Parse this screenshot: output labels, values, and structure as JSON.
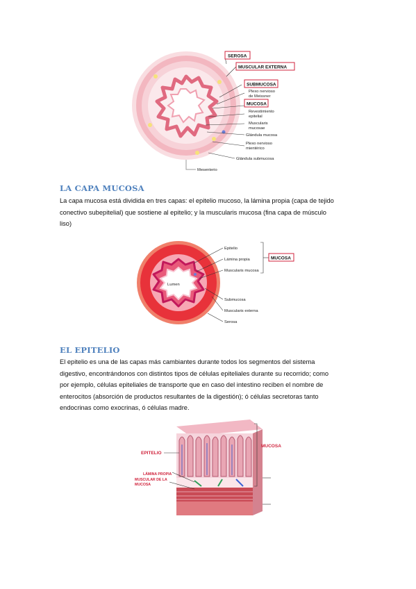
{
  "figure1": {
    "labels": {
      "serosa": "SEROSA",
      "muscular_externa": "MUSCULAR EXTERNA",
      "submucosa": "SUBMUCOSA",
      "plexo_meissner_1": "Plexo nervioso",
      "plexo_meissner_2": "de Meissner",
      "mucosa": "MUCOSA",
      "revestimiento_1": "Revestimiento",
      "revestimiento_2": "epitelial",
      "muscularis_1": "Muscularis",
      "muscularis_2": "mucosae",
      "glandula_mucosa": "Glándula mucosa",
      "plexo_mienterico_1": "Plexo nervioso",
      "plexo_mienterico_2": "mientérico",
      "glandula_submucosa": "Glándula submucosa",
      "mesenterio": "Mesenterio"
    },
    "colors": {
      "box_border": "#d0233c",
      "tissue_outer": "#f6c9cf",
      "tissue_inner": "#e8617a"
    }
  },
  "section1": {
    "heading": "LA CAPA MUCOSA",
    "lines": [
      "La capa mucosa está dividida en tres capas: el epitelio mucoso, la lámina propia (capa de tejido",
      "conectivo subepitelial) que sostiene al epitelio; y la muscularis mucosa (fina capa de músculo",
      "liso)"
    ]
  },
  "figure2": {
    "labels": {
      "epitelio": "Epitelio",
      "lamina_propia": "Lámina propia",
      "muscularis_mucosa": "Muscularis mucosa",
      "mucosa_box": "MUCOSA",
      "lumen": "Lumen",
      "submucosa": "Submucosa",
      "muscularis_externa": "Muscularis externa",
      "serosa": "Serosa"
    },
    "colors": {
      "serosa": "#f07f6a",
      "muscularis": "#e8323a",
      "submucosa": "#f7a7b4",
      "mucosa": "#c2185b",
      "lumen": "#ffffff"
    }
  },
  "section2": {
    "heading": "EL EPITELIO",
    "lines": [
      "El epitelio es una de las capas más cambiantes durante todos los segmentos del sistema",
      "digestivo, encontrándonos con distintos tipos de células epiteliales durante su recorrido; como",
      "por ejemplo, células epiteliales de transporte que en caso del intestino reciben el nombre de",
      "enterocitos (absorción de productos resultantes de la digestión); ó células secretoras tanto",
      "endocrinas como exocrinas, ó células madre."
    ]
  },
  "figure3": {
    "labels": {
      "epitelio": "EPITELIO",
      "mucosa": "MUCOSA",
      "lamina_propia": "LÁMINA PROPIA",
      "muscular_1": "MUSCULAR DE LA",
      "muscular_2": "MUCOSA"
    },
    "colors": {
      "label_red": "#d0233c",
      "villi": "#e9a6b4",
      "muscle": "#c94a55"
    }
  }
}
